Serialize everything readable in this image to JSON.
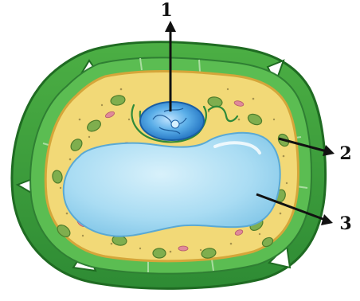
{
  "diagram": {
    "labels": {
      "one": "1",
      "two": "2",
      "three": "3"
    },
    "colors": {
      "cell_wall": "#3f9b3c",
      "cell_wall_dark": "#1f6b22",
      "cytoplasm": "#f2d977",
      "membrane": "#d5a63a",
      "vacuole": "#a9dcf3",
      "vacuole_edge": "#6db7dc",
      "nucleus": "#4a9fe0",
      "chloroplast": "#7fae4e",
      "arrow": "#111111"
    }
  }
}
